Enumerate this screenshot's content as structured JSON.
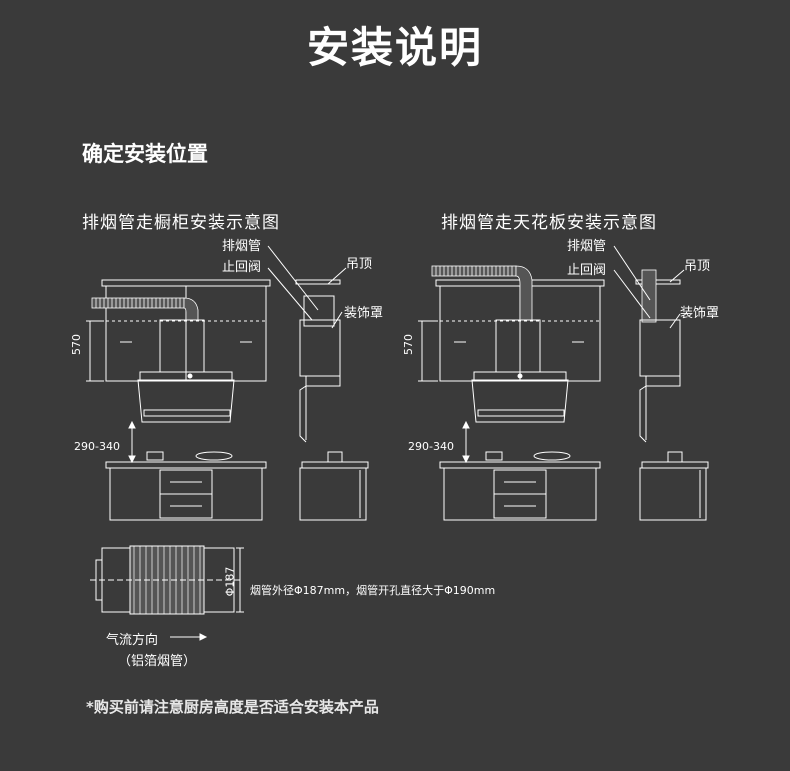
{
  "title": "安装说明",
  "section_title": "确定安装位置",
  "diagram_left": {
    "caption": "排烟管走橱柜安装示意图",
    "label_pipe": "排烟管",
    "label_valve": "止回阀",
    "label_ceiling": "吊顶",
    "label_cover": "装饰罩",
    "dim_height": "570",
    "dim_gap": "290-340"
  },
  "diagram_right": {
    "caption": "排烟管走天花板安装示意图",
    "label_pipe": "排烟管",
    "label_valve": "止回阀",
    "label_ceiling": "吊顶",
    "label_cover": "装饰罩",
    "dim_height": "570",
    "dim_gap": "290-340"
  },
  "duct": {
    "dim_diameter": "Φ187",
    "spec_note": "烟管外径Φ187mm，烟管开孔直径大于Φ190mm",
    "flow_label": "气流方向",
    "material_label": "（铝箔烟管）"
  },
  "footnote": "*购买前请注意厨房高度是否适合安装本产品",
  "colors": {
    "background": "#3a3a3a",
    "line": "#ffffff"
  }
}
